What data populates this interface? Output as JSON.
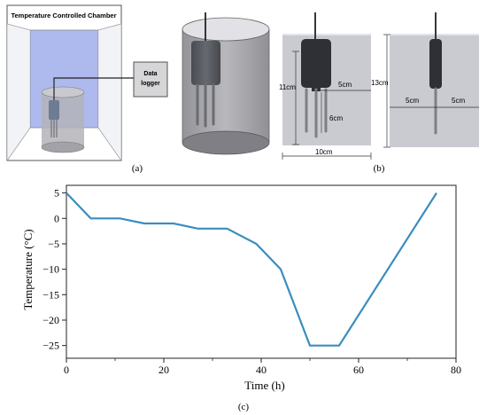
{
  "panel_a": {
    "chamber_label": "Temperature Controlled Chamber",
    "logger_line1": "Data",
    "logger_line2": "logger",
    "caption": "(a)"
  },
  "panel_b": {
    "caption": "(b)",
    "dim_height_left": "11cm",
    "dim_right_5": "5cm",
    "dim_probe": "6cm",
    "dim_width": "10cm",
    "dim_height_right": "13cm",
    "dim_left_5": "5cm",
    "dim_right_5b": "5cm"
  },
  "panel_c": {
    "caption": "(c)"
  },
  "chart_data": {
    "type": "line",
    "xlabel": "Time (h)",
    "ylabel": "Temperature (°C)",
    "xlim": [
      0,
      80
    ],
    "ylim": [
      -27.5,
      6.5
    ],
    "xticks": [
      0,
      20,
      40,
      60,
      80
    ],
    "yticks": [
      5,
      0,
      -5,
      -10,
      -15,
      -20,
      -25
    ],
    "xtick_labels": [
      "0",
      "20",
      "40",
      "60",
      "80"
    ],
    "ytick_labels": [
      "5",
      "0",
      "−5",
      "−10",
      "−15",
      "−20",
      "−25"
    ],
    "grid": false,
    "color": "#3a8dbf",
    "series": [
      {
        "x": [
          0,
          5,
          11,
          16,
          22,
          27,
          33,
          39,
          44,
          50,
          56,
          76
        ],
        "y": [
          5,
          0,
          0,
          -1,
          -1,
          -2,
          -2,
          -5,
          -10,
          -25,
          -25,
          5
        ]
      }
    ]
  }
}
